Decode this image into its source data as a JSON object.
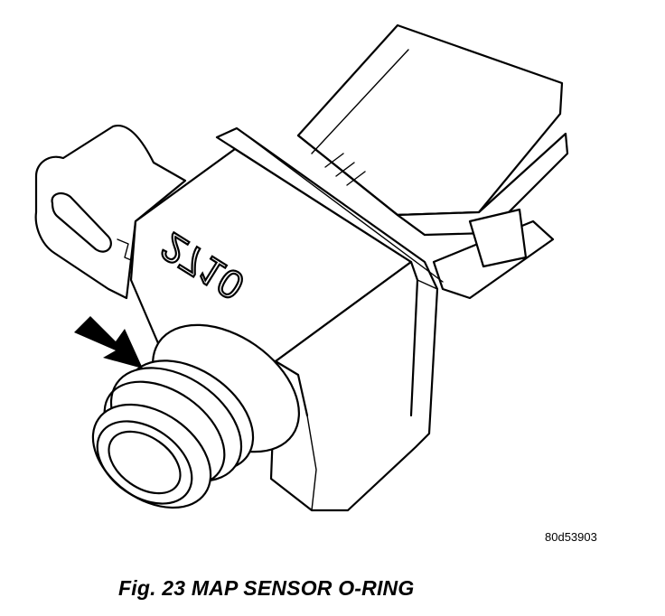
{
  "figure": {
    "part_marking": "2710",
    "reference_code": "80d53903",
    "caption": "Fig. 23 MAP SENSOR O-RING"
  },
  "icons": {
    "pointer": "arrow-pointer-icon"
  }
}
